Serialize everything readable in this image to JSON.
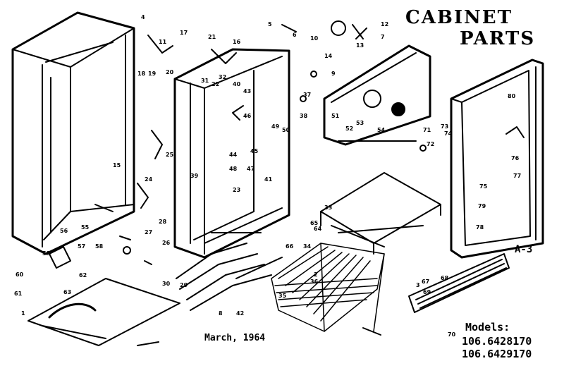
{
  "title": {
    "line1": "CABINET",
    "line2": "PARTS"
  },
  "date": "March, 1964",
  "reference": "A-3",
  "models": {
    "heading": "Models:",
    "list": [
      "106.6428170",
      "106.6429170"
    ]
  },
  "callouts": [
    {
      "id": "c1",
      "label": "1"
    },
    {
      "id": "c2",
      "label": "2"
    },
    {
      "id": "c3",
      "label": "3"
    },
    {
      "id": "c4",
      "label": "4"
    },
    {
      "id": "c5",
      "label": "5"
    },
    {
      "id": "c6",
      "label": "6"
    },
    {
      "id": "c7",
      "label": "7"
    },
    {
      "id": "c8",
      "label": "8"
    },
    {
      "id": "c9",
      "label": "9"
    },
    {
      "id": "c10",
      "label": "10"
    },
    {
      "id": "c11",
      "label": "11"
    },
    {
      "id": "c12",
      "label": "12"
    },
    {
      "id": "c13",
      "label": "13"
    },
    {
      "id": "c14",
      "label": "14"
    },
    {
      "id": "c15",
      "label": "15"
    },
    {
      "id": "c16",
      "label": "16"
    },
    {
      "id": "c17",
      "label": "17"
    },
    {
      "id": "c18",
      "label": "18"
    },
    {
      "id": "c19",
      "label": "19"
    },
    {
      "id": "c20",
      "label": "20"
    },
    {
      "id": "c21",
      "label": "21"
    },
    {
      "id": "c22",
      "label": "22"
    },
    {
      "id": "c23",
      "label": "23"
    },
    {
      "id": "c24",
      "label": "24"
    },
    {
      "id": "c25",
      "label": "25"
    },
    {
      "id": "c26",
      "label": "26"
    },
    {
      "id": "c27",
      "label": "27"
    },
    {
      "id": "c28",
      "label": "28"
    },
    {
      "id": "c29",
      "label": "29"
    },
    {
      "id": "c30",
      "label": "30"
    },
    {
      "id": "c31",
      "label": "31"
    },
    {
      "id": "c32",
      "label": "32"
    },
    {
      "id": "c33",
      "label": "33"
    },
    {
      "id": "c34",
      "label": "34"
    },
    {
      "id": "c35",
      "label": "35"
    },
    {
      "id": "c36",
      "label": "36"
    },
    {
      "id": "c37",
      "label": "37"
    },
    {
      "id": "c38",
      "label": "38"
    },
    {
      "id": "c39",
      "label": "39"
    },
    {
      "id": "c40",
      "label": "40"
    },
    {
      "id": "c41",
      "label": "41"
    },
    {
      "id": "c42",
      "label": "42"
    },
    {
      "id": "c43",
      "label": "43"
    },
    {
      "id": "c44",
      "label": "44"
    },
    {
      "id": "c45",
      "label": "45"
    },
    {
      "id": "c46",
      "label": "46"
    },
    {
      "id": "c47",
      "label": "47"
    },
    {
      "id": "c48",
      "label": "48"
    },
    {
      "id": "c49",
      "label": "49"
    },
    {
      "id": "c50",
      "label": "50"
    },
    {
      "id": "c51",
      "label": "51"
    },
    {
      "id": "c52",
      "label": "52"
    },
    {
      "id": "c53",
      "label": "53"
    },
    {
      "id": "c54",
      "label": "54"
    },
    {
      "id": "c55",
      "label": "55"
    },
    {
      "id": "c56",
      "label": "56"
    },
    {
      "id": "c57",
      "label": "57"
    },
    {
      "id": "c58",
      "label": "58"
    },
    {
      "id": "c59",
      "label": "59"
    },
    {
      "id": "c60",
      "label": "60"
    },
    {
      "id": "c61",
      "label": "61"
    },
    {
      "id": "c62",
      "label": "62"
    },
    {
      "id": "c63",
      "label": "63"
    },
    {
      "id": "c64",
      "label": "64"
    },
    {
      "id": "c65",
      "label": "65"
    },
    {
      "id": "c66",
      "label": "66"
    },
    {
      "id": "c67",
      "label": "67"
    },
    {
      "id": "c68",
      "label": "68"
    },
    {
      "id": "c69",
      "label": "69"
    },
    {
      "id": "c70",
      "label": "70"
    },
    {
      "id": "c71",
      "label": "71"
    },
    {
      "id": "c72",
      "label": "72"
    },
    {
      "id": "c73",
      "label": "73"
    },
    {
      "id": "c74",
      "label": "74"
    },
    {
      "id": "c75",
      "label": "75"
    },
    {
      "id": "c76",
      "label": "76"
    },
    {
      "id": "c77",
      "label": "77"
    },
    {
      "id": "c78",
      "label": "78"
    },
    {
      "id": "c79",
      "label": "79"
    },
    {
      "id": "c80",
      "label": "80"
    }
  ]
}
